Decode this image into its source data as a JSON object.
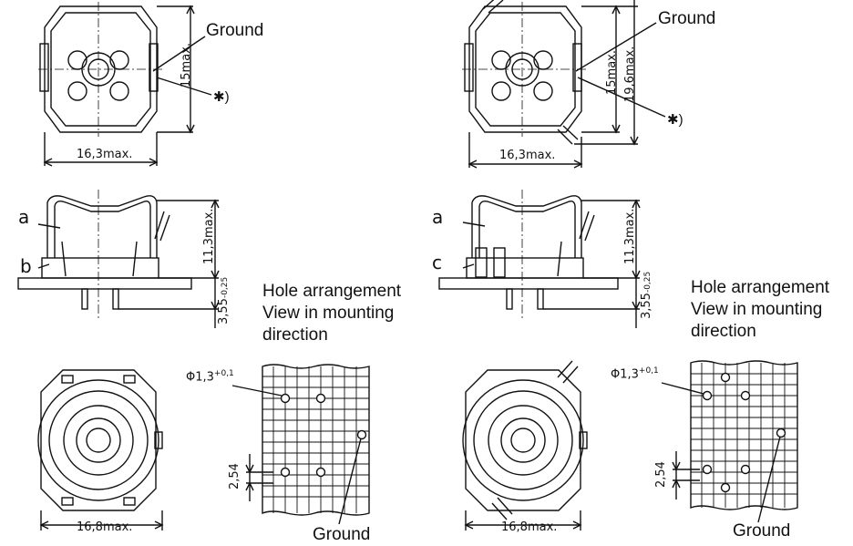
{
  "labels": {
    "ground": "Ground",
    "star_note": "✱)",
    "hole_title_1": "Hole arrangement",
    "hole_title_2": "View in mounting",
    "hole_title_3": "direction",
    "dim_16_3": "16,3max.",
    "dim_16_8": "16,8max.",
    "dim_15": "15max.",
    "dim_19_6": "19,6max.",
    "dim_11_3": "11,3max.",
    "dim_3_55": "3,55",
    "dim_3_55_tol": "-0,25",
    "dim_2_54": "2,54",
    "hole_dia": "Φ1,3",
    "hole_dia_tol": "+0,1",
    "letter_a": "a",
    "letter_b": "b",
    "letter_c": "c"
  }
}
